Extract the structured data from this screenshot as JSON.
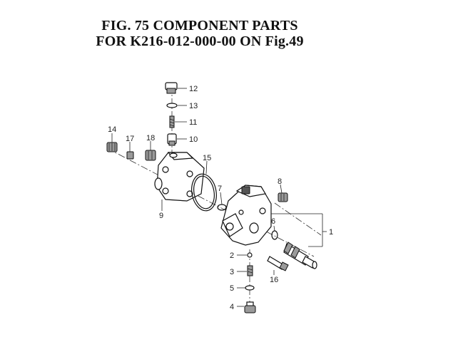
{
  "title_line1": "FIG. 75  COMPONENT PARTS",
  "title_line2": "FOR K216-012-000-00 ON Fig.49",
  "callouts": {
    "c1": "1",
    "c2": "2",
    "c3": "3",
    "c4": "4",
    "c5": "5",
    "c6": "6",
    "c7": "7",
    "c8": "8",
    "c9": "9",
    "c10": "10",
    "c11": "11",
    "c12": "12",
    "c13": "13",
    "c14": "14",
    "c15": "15",
    "c16": "16",
    "c17": "17",
    "c18": "18"
  }
}
